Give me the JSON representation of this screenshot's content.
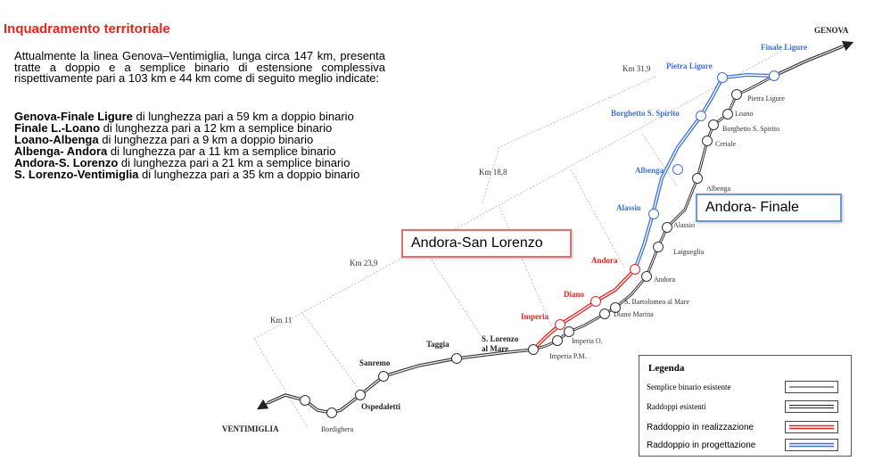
{
  "title": "Inquadramento territoriale",
  "intro": "Attualmente la linea Genova–Ventimiglia, lunga circa 147 km, presenta tratte a doppio e a semplice binario di estensione complessiva rispettivamente pari a 103 km e 44 km come di seguito meglio indicate:",
  "segments": [
    {
      "name": "Genova-Finale Ligure",
      "desc": " di lunghezza pari a 59 km  a doppio binario"
    },
    {
      "name": "Finale L.-Loano",
      "desc": " di lunghezza pari a 12 km            a semplice binario"
    },
    {
      "name": "Loano-Albenga",
      "desc": " di lunghezza pari a 9 km              a doppio binario"
    },
    {
      "name": "Albenga- Andora",
      "desc": " di lunghezza par a 11 km            a semplice binario"
    },
    {
      "name": "Andora-S. Lorenzo",
      "desc": " di lunghezza pari a 21 km       a semplice binario"
    },
    {
      "name": "S. Lorenzo-Ventimiglia",
      "desc": " di lunghezza pari a 35 km   a doppio binario"
    }
  ],
  "callouts": {
    "andora_san_lorenzo": "Andora-San Lorenzo",
    "andora_finale": "Andora- Finale"
  },
  "endpoints": {
    "genova": "GENOVA",
    "ventimiglia": "VENTIMIGLIA"
  },
  "km_markers": {
    "km31": "Km 31,9",
    "km18": "Km 18,8",
    "km23": "Km 23,9",
    "km11": "Km 11"
  },
  "new_line_labels": {
    "finale": "Finale Ligure",
    "pietra": "Pietra Ligure",
    "borghetto": "Borghetto S. Spirito",
    "albenga": "Albenga",
    "alassio": "Alassio",
    "andora": "Andora",
    "diano": "Diano",
    "imperia": "Imperia",
    "slorenzo_1": "S. Lorenzo",
    "slorenzo_2": "al Mare",
    "taggia": "Taggia",
    "sanremo": "Sanremo",
    "ospedaletti": "Ospedaletti"
  },
  "old_line_labels": {
    "pietra": "Pietra Ligure",
    "loano": "Loano",
    "borghetto": "Borghetto S. Spirito",
    "ceriale": "Ceriale",
    "albenga": "Albenga",
    "alassio": "Alassio",
    "laigueglia": "Laigueglia",
    "andora": "Andora",
    "sbartolomeo": "S. Bartolomeo al Mare",
    "diano_marina": "Diano Marina",
    "imperia_o": "Imperia O.",
    "imperia_pm": "Imperia P.M.",
    "bordighera": "Bordighera"
  },
  "legend": {
    "title": "Legenda",
    "items": [
      "Semplice binario esistente",
      "Raddoppi esistenti",
      "Raddoppio in realizzazione",
      "Raddoppio in progettazione"
    ]
  },
  "colors": {
    "title": "#e8231d",
    "red_line": "#e8231d",
    "blue_line": "#3c6fe0",
    "existing": "#333333"
  }
}
